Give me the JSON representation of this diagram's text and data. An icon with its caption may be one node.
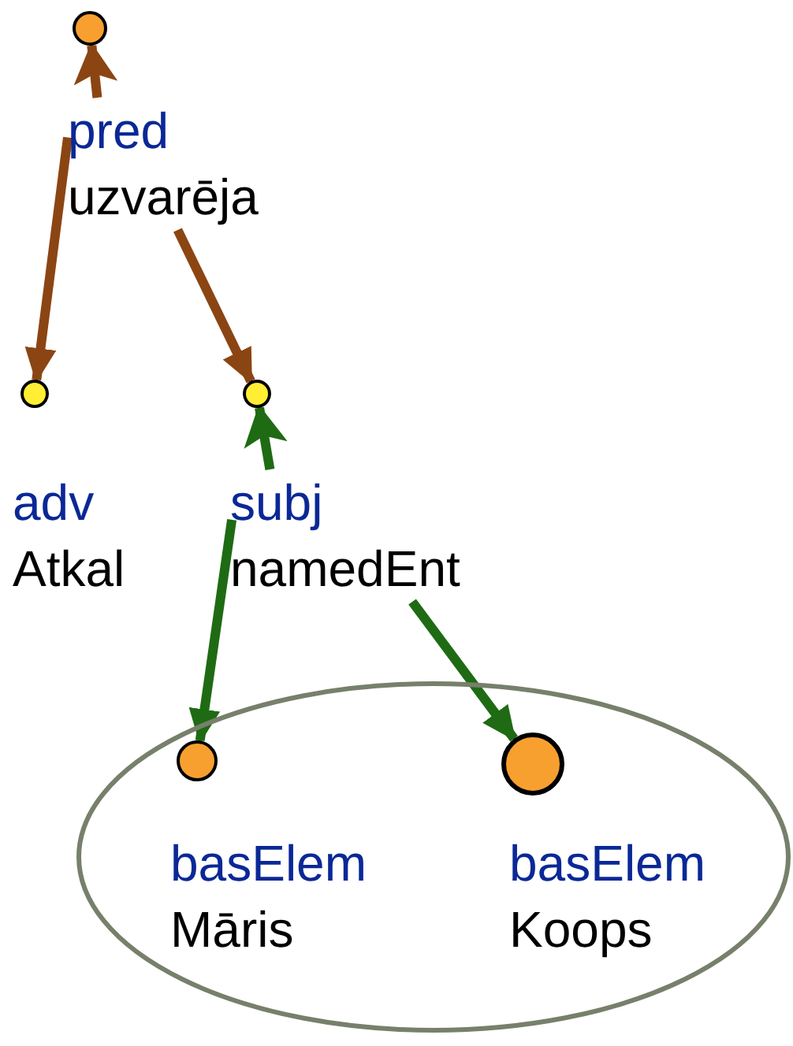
{
  "diagram": {
    "nodes": [
      {
        "text": [],
        "shape": "circle"
      },
      {
        "text": [
          "pred",
          "uzvarēja"
        ]
      },
      {
        "text": [],
        "shape": "circle"
      },
      {
        "text": [
          "adv",
          "Atkal"
        ]
      },
      {
        "text": [],
        "shape": "circle"
      },
      {
        "text": [
          "subj",
          "namedEnt"
        ]
      },
      {
        "text": [],
        "shape": "ellipse"
      },
      {
        "text": [],
        "shape": "circle",
        "in": 6
      },
      {
        "text": [
          "basElem",
          "Māris"
        ],
        "in": 6
      },
      {
        "text": [],
        "shape": "circle",
        "in": 6
      },
      {
        "text": [
          "basElem",
          "Koops"
        ],
        "in": 6
      }
    ],
    "edges": [
      {
        "from": 1,
        "to": 0,
        "arrow": "to",
        "color": "#8b4513"
      },
      {
        "from": 1,
        "to": 2,
        "arrow": "to",
        "color": "#8b4513"
      },
      {
        "from": 1,
        "to": 4,
        "arrow": "to",
        "color": "#8b4513"
      },
      {
        "from": 5,
        "to": 4,
        "arrow": "to",
        "color": "#1e6b14"
      },
      {
        "from": 5,
        "to": 7,
        "arrow": "to",
        "color": "#1e6b14"
      },
      {
        "from": 5,
        "to": 9,
        "arrow": "to",
        "color": "#1e6b14"
      }
    ]
  }
}
